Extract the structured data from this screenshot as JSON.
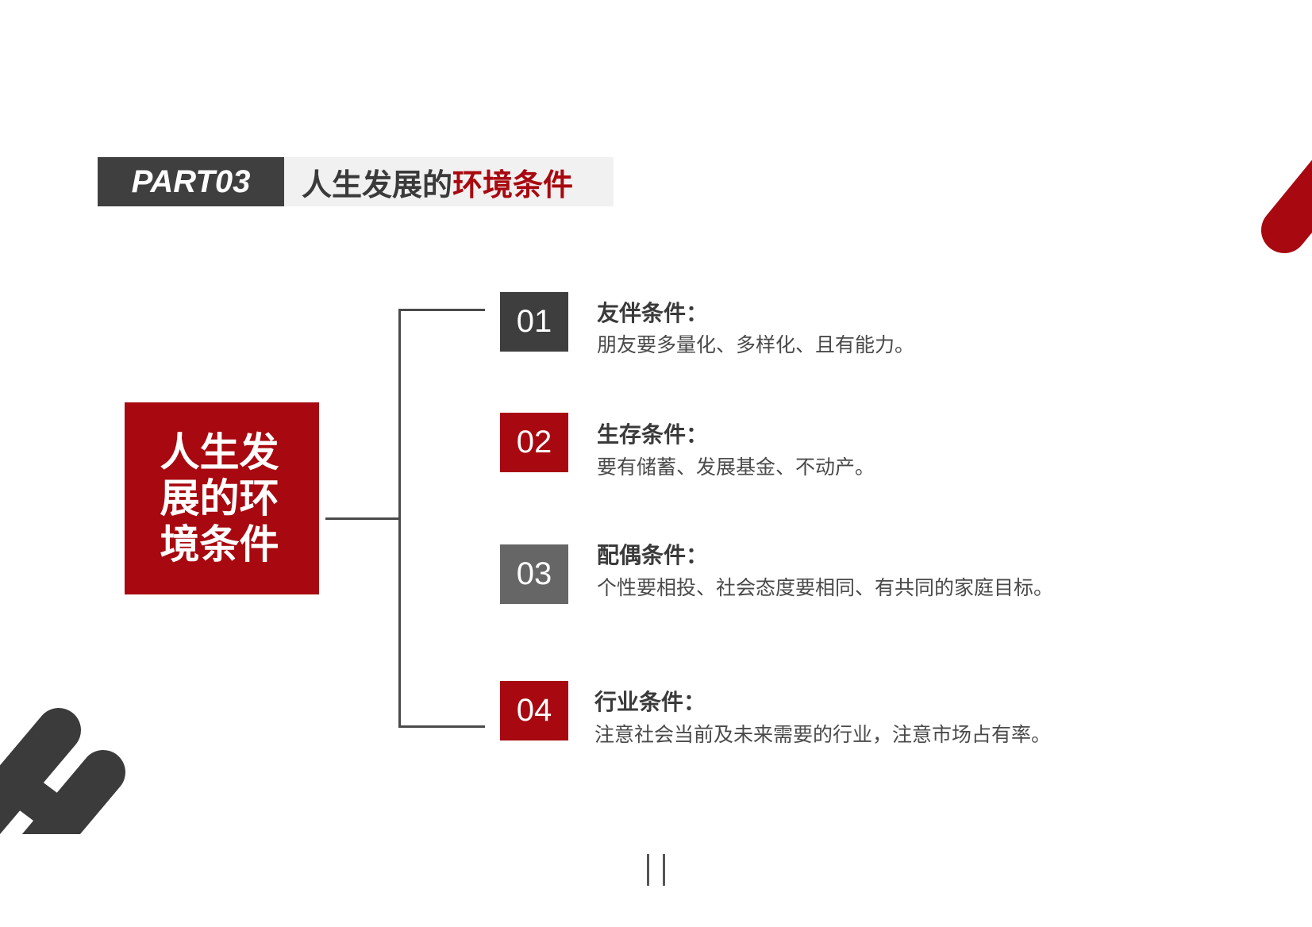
{
  "header": {
    "part_label": "PART03",
    "title_prefix": "人生发展的",
    "title_accent": "环境条件"
  },
  "core": {
    "label": "人生发展的环境条件"
  },
  "items": [
    {
      "number": "01",
      "title": "友伴条件：",
      "description": "朋友要多量化、多样化、且有能力。",
      "color": "#3e3e3e"
    },
    {
      "number": "02",
      "title": "生存条件：",
      "description": "要有储蓄、发展基金、不动产。",
      "color": "#a8080f"
    },
    {
      "number": "03",
      "title": "配偶条件：",
      "description": "个性要相投、社会态度要相同、有共同的家庭目标。",
      "color": "#666667"
    },
    {
      "number": "04",
      "title": "行业条件：",
      "description": "注意社会当前及未来需要的行业，注意市场占有率。",
      "color": "#a8080f"
    }
  ],
  "colors": {
    "accent_red": "#a8080f",
    "dark_grey": "#3e3e3e",
    "mid_grey": "#666667",
    "title_bar_bg": "#f2f1f1"
  },
  "icons": {
    "pause": "pause-icon"
  }
}
